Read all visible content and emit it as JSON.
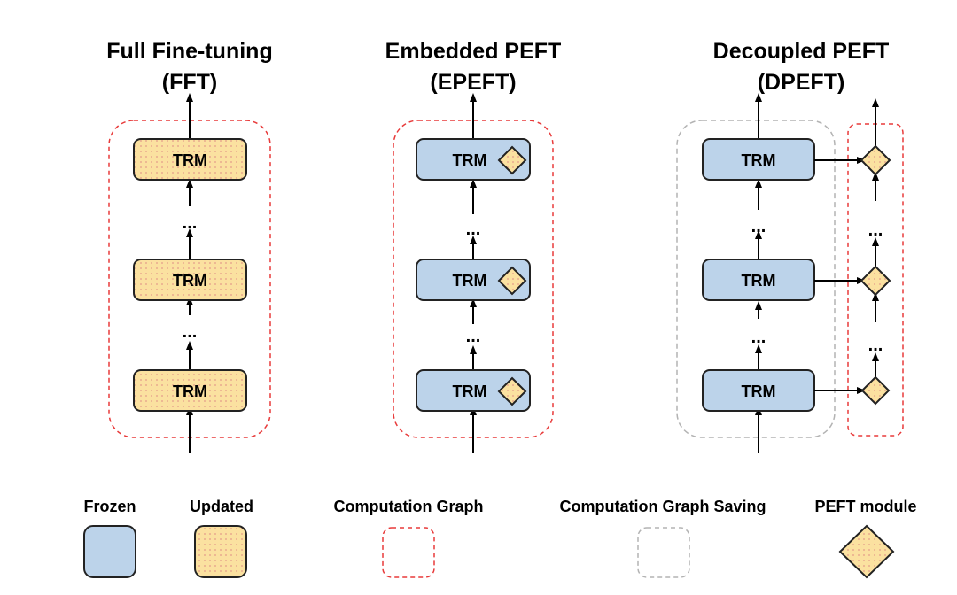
{
  "columns": [
    {
      "title_line1": "Full Fine-tuning",
      "title_line2": "(FFT)"
    },
    {
      "title_line1": "Embedded PEFT",
      "title_line2": "(EPEFT)"
    },
    {
      "title_line1": "Decoupled PEFT",
      "title_line2": "(DPEFT)"
    }
  ],
  "block_label": "TRM",
  "ellipsis": "...",
  "legend": {
    "frozen": "Frozen",
    "updated": "Updated",
    "computation_graph": "Computation Graph",
    "computation_graph_saving": "Computation Graph Saving",
    "peft_module": "PEFT module"
  },
  "colors": {
    "frozen_fill": "#bcd3ea",
    "updated_fill": "#fbe1a0",
    "updated_dot": "#e49a8a",
    "computation_graph_border": "#e83a3a",
    "saving_border": "#b3b3b3",
    "stroke": "#222222"
  }
}
